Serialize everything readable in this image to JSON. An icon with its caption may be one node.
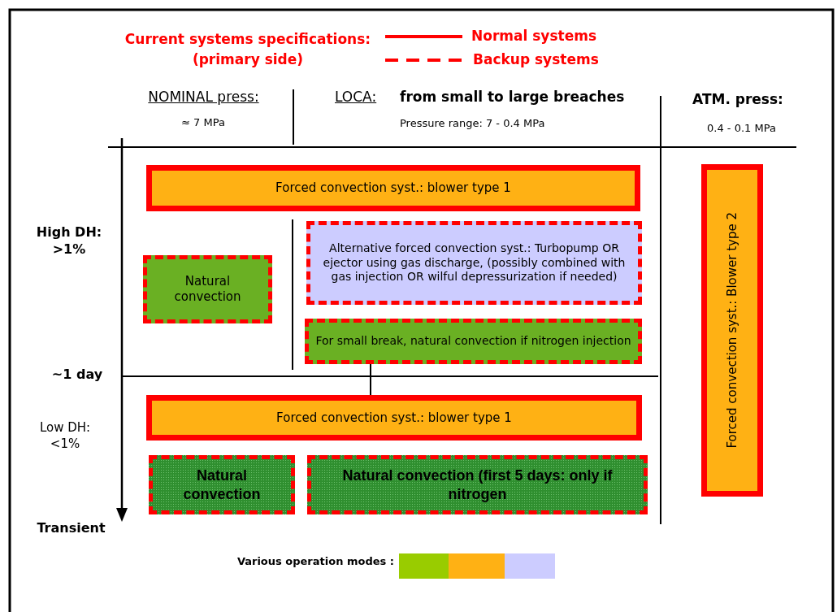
{
  "diagram": {
    "nodes": [
      {
        "text": [
          "Forced convection syst.: blower type 1"
        ]
      },
      {
        "text": [
          "Natural convection"
        ]
      },
      {
        "text": [
          "Alternative forced convection syst.: Turbopump OR ejector using gas discharge, (possibly combined with gas injection OR wilful depressurization if needed)"
        ]
      },
      {
        "text": [
          "For small break, natural convection if nitrogen injection"
        ]
      },
      {
        "text": [
          "Forced convection syst.: blower type 1"
        ]
      },
      {
        "text": [
          "Natural convection"
        ]
      },
      {
        "text": [
          "Natural convection (first 5 days: only if nitrogen"
        ]
      },
      {
        "text": [
          "Forced convection syst.: Blower type 2"
        ]
      }
    ],
    "edges": [
      {
        "from": 3,
        "to": 4,
        "arrow": "none"
      }
    ],
    "labels": [
      "Current systems specifications: (primary side)",
      "NOMINAL press:",
      "≈ 7 MPa",
      "LOCA:",
      "from small to large breaches",
      "Pressure range: 7 - 0.4 MPa",
      "ATM. press:",
      "0.4 - 0.1 MPa",
      "High DH: >1%",
      "~1 day",
      "Low DH: <1%",
      "Transient",
      "Various operation modes :"
    ],
    "legend": [
      {
        "text": "Normal systems"
      },
      {
        "text": "Backup systems"
      }
    ]
  }
}
